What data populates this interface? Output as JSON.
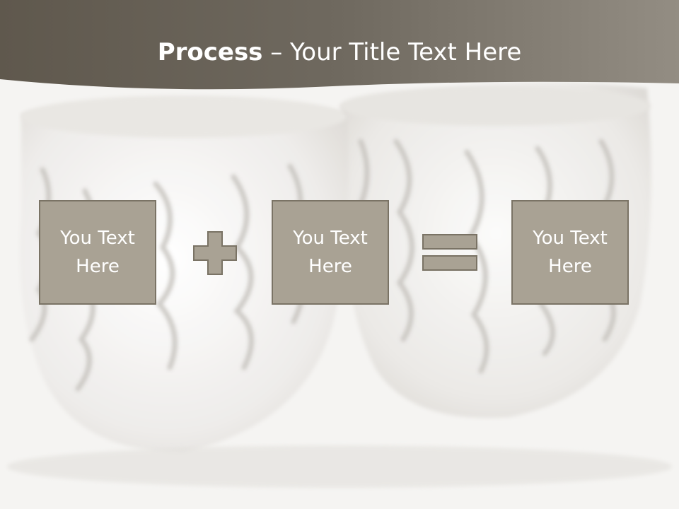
{
  "slide": {
    "title_bold": "Process",
    "title_rest": " – Your Title Text Here",
    "boxes": [
      {
        "text": "You Text\nHere"
      },
      {
        "text": "You Text\nHere"
      },
      {
        "text": "You Text\nHere"
      }
    ],
    "operators": [
      "plus-icon",
      "equals-icon"
    ]
  },
  "colors": {
    "header_band": "#6b655b",
    "box_fill": "#a9a294",
    "box_border": "#7a7365",
    "text": "#ffffff"
  }
}
